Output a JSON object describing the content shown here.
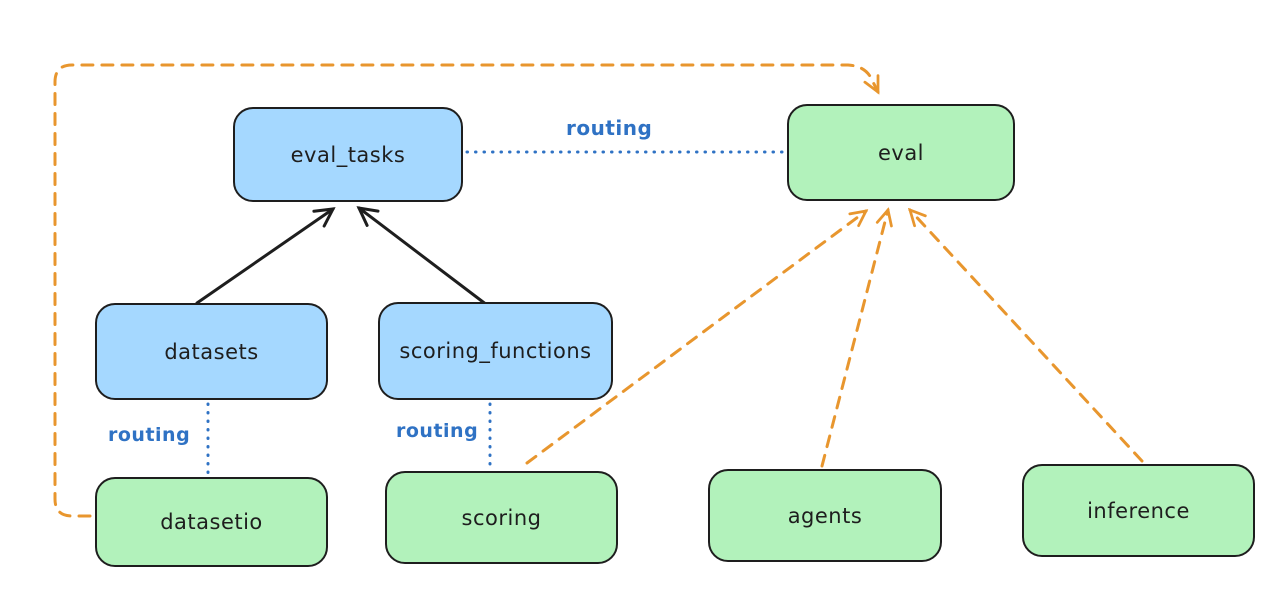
{
  "diagram": {
    "background": "#ffffff",
    "colors": {
      "blue_node_fill": "#a5d8ff",
      "green_node_fill": "#b2f2bb",
      "node_stroke": "#1e1e1e",
      "orange_edge": "#e8962e",
      "routing_blue": "#2f72c4"
    },
    "nodes": [
      {
        "id": "eval_tasks",
        "label": "eval_tasks",
        "color": "blue"
      },
      {
        "id": "eval",
        "label": "eval",
        "color": "green"
      },
      {
        "id": "datasets",
        "label": "datasets",
        "color": "blue"
      },
      {
        "id": "scoring_functions",
        "label": "scoring_functions",
        "color": "blue"
      },
      {
        "id": "datasetio",
        "label": "datasetio",
        "color": "green"
      },
      {
        "id": "scoring",
        "label": "scoring",
        "color": "green"
      },
      {
        "id": "agents",
        "label": "agents",
        "color": "green"
      },
      {
        "id": "inference",
        "label": "inference",
        "color": "green"
      }
    ],
    "edges": [
      {
        "from": "datasets",
        "to": "eval_tasks",
        "style": "solid-black-arrow",
        "label": ""
      },
      {
        "from": "scoring_functions",
        "to": "eval_tasks",
        "style": "solid-black-arrow",
        "label": ""
      },
      {
        "from": "eval_tasks",
        "to": "eval",
        "style": "dotted-blue",
        "label": "routing"
      },
      {
        "from": "datasets",
        "to": "datasetio",
        "style": "dotted-blue",
        "label": "routing"
      },
      {
        "from": "scoring_functions",
        "to": "scoring",
        "style": "dotted-blue",
        "label": "routing"
      },
      {
        "from": "datasetio",
        "to": "eval",
        "style": "dashed-orange-arrow",
        "label": ""
      },
      {
        "from": "scoring",
        "to": "eval",
        "style": "dashed-orange-arrow",
        "label": ""
      },
      {
        "from": "agents",
        "to": "eval",
        "style": "dashed-orange-arrow",
        "label": ""
      },
      {
        "from": "inference",
        "to": "eval",
        "style": "dashed-orange-arrow",
        "label": ""
      }
    ]
  }
}
